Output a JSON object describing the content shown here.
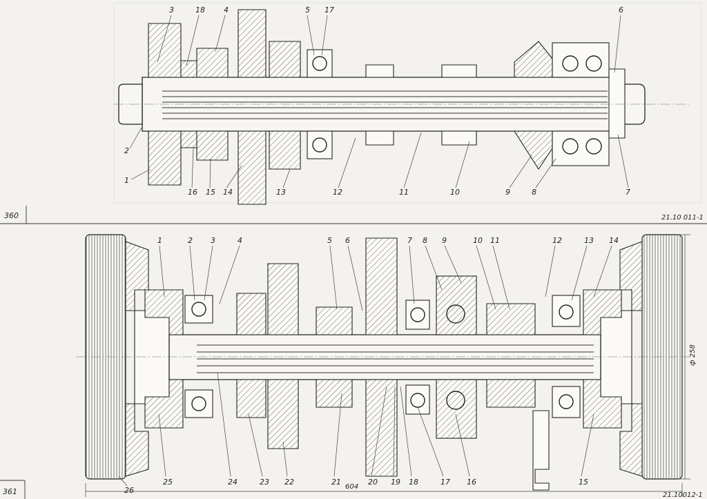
{
  "top_figure": {
    "number": "360",
    "ref": "21.10 011-1",
    "callouts": [
      "1",
      "2",
      "3",
      "4",
      "5",
      "6",
      "7",
      "8",
      "9",
      "10",
      "11",
      "12",
      "13",
      "14",
      "15",
      "16",
      "17",
      "18"
    ]
  },
  "bottom_figure": {
    "number": "361",
    "ref": "21.10012-1",
    "dimension_overall": "604",
    "dimension_diameter": "ф 258",
    "callouts": [
      "1",
      "2",
      "3",
      "4",
      "5",
      "6",
      "7",
      "8",
      "9",
      "10",
      "11",
      "12",
      "13",
      "14",
      "15",
      "16",
      "17",
      "18",
      "19",
      "20",
      "21",
      "22",
      "23",
      "24",
      "25",
      "26"
    ]
  }
}
